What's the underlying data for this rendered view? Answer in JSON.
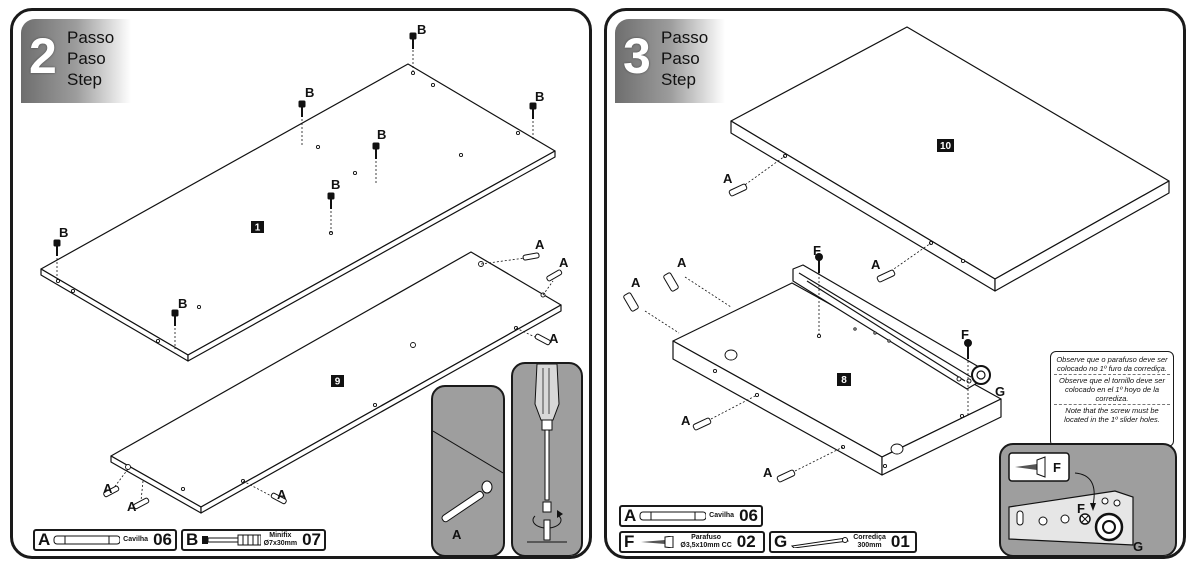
{
  "steps": [
    {
      "number": "2",
      "words": [
        "Passo",
        "Paso",
        "Step"
      ]
    },
    {
      "number": "3",
      "words": [
        "Passo",
        "Paso",
        "Step"
      ]
    }
  ],
  "part_ids": {
    "p1": "1",
    "p9": "9",
    "p10": "10",
    "p8": "8"
  },
  "labels": {
    "a": "A",
    "b": "B",
    "f": "F",
    "g": "G"
  },
  "legend_step2": {
    "a": {
      "letter": "A",
      "desc": "Cavilha",
      "qty": "06"
    },
    "b": {
      "letter": "B",
      "desc_line1": "Minifix",
      "desc_line2": "Ø7x30mm",
      "qty": "07"
    }
  },
  "legend_step3": {
    "a": {
      "letter": "A",
      "desc": "Cavilha",
      "qty": "06"
    },
    "f": {
      "letter": "F",
      "desc_line1": "Parafuso",
      "desc_line2": "Ø3,5x10mm CC",
      "qty": "02"
    },
    "g": {
      "letter": "G",
      "desc_line1": "Corrediça",
      "desc_line2": "300mm",
      "qty": "01"
    }
  },
  "note": {
    "pt": "Observe que o parafuso deve ser colocado no 1º furo da corrediça.",
    "es": "Observe que el tornillo deve ser colocado en el 1º hoyo de la corrediza.",
    "en": "Note that the screw must be located in the 1º slider holes."
  }
}
